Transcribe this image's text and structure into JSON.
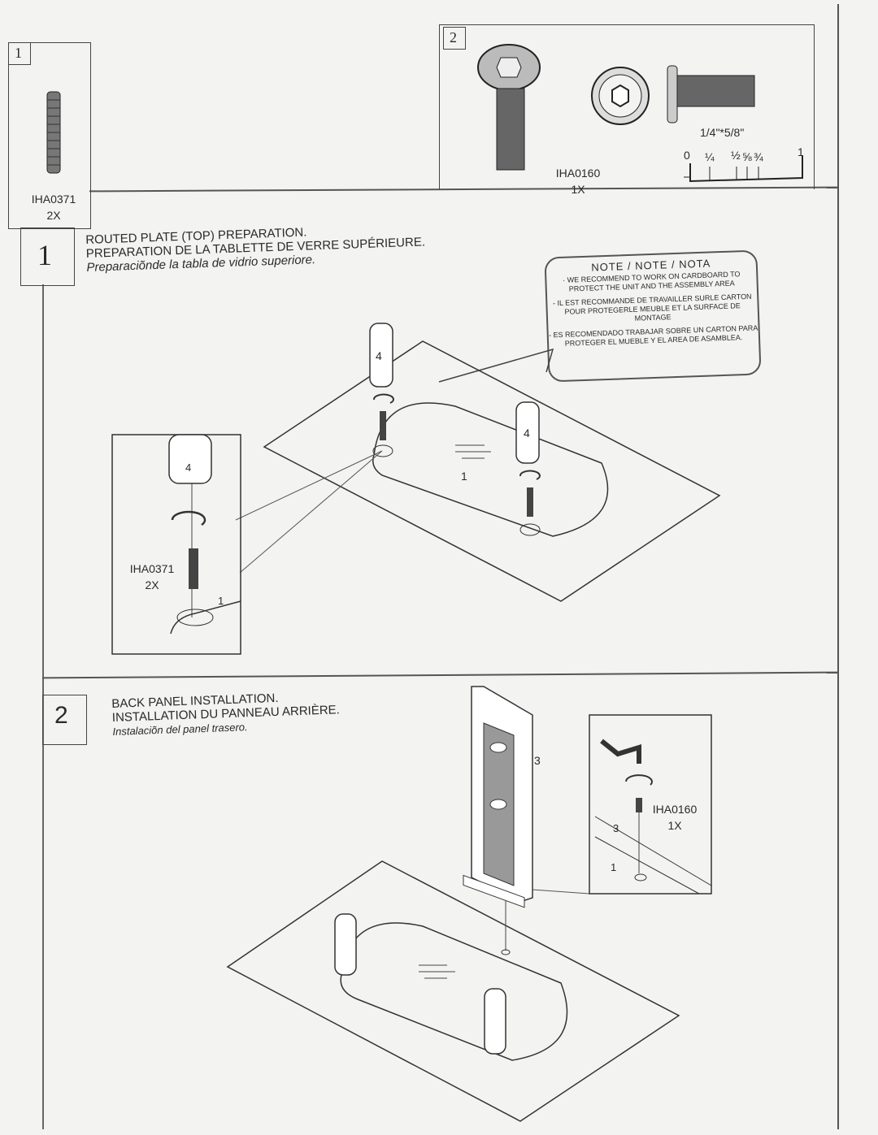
{
  "parts": {
    "part1": {
      "box_number": "1",
      "code": "IHA0371",
      "qty": "2X"
    },
    "part2": {
      "box_number": "2",
      "code": "IHA0160",
      "qty": "1X",
      "size": "1/4\"*5/8\"",
      "ruler_ticks": [
        "0",
        "¼",
        "½",
        "⅝",
        "¾",
        "1"
      ]
    }
  },
  "step1": {
    "number": "1",
    "title_en": "ROUTED PLATE (TOP) PREPARATION.",
    "title_fr": "PREPARATION DE LA TABLETTE DE VERRE SUPÉRIEURE.",
    "title_es": "Preparaciõnde la tabla de vidrio superiore.",
    "note": {
      "title": "NOTE / NOTE / NOTA",
      "en": "· WE RECOMMEND TO WORK ON CARDBOARD TO PROTECT THE UNIT AND THE ASSEMBLY AREA",
      "fr": "- IL EST RECOMMANDE DE TRAVAILLER SURLE CARTON POUR PROTEGERLE MEUBLE ET LA SURFACE DE MONTAGE",
      "es": "- ES RECOMENDADO TRABAJAR SOBRE UN CARTON PARA PROTEGER EL MUEBLE Y EL AREA DE ASAMBLEA."
    },
    "labels": {
      "leg": "4",
      "plate": "1"
    },
    "detail": {
      "leg": "4",
      "code": "IHA0371",
      "qty": "2X",
      "plate": "1"
    }
  },
  "step2": {
    "number": "2",
    "title_en": "BACK PANEL INSTALLATION.",
    "title_fr": "INSTALLATION DU PANNEAU ARRIÈRE.",
    "title_es": "Instalaciõn del panel trasero.",
    "labels": {
      "panel": "3"
    },
    "detail": {
      "code": "IHA0160",
      "qty": "1X",
      "panel": "3",
      "plate": "1"
    }
  }
}
